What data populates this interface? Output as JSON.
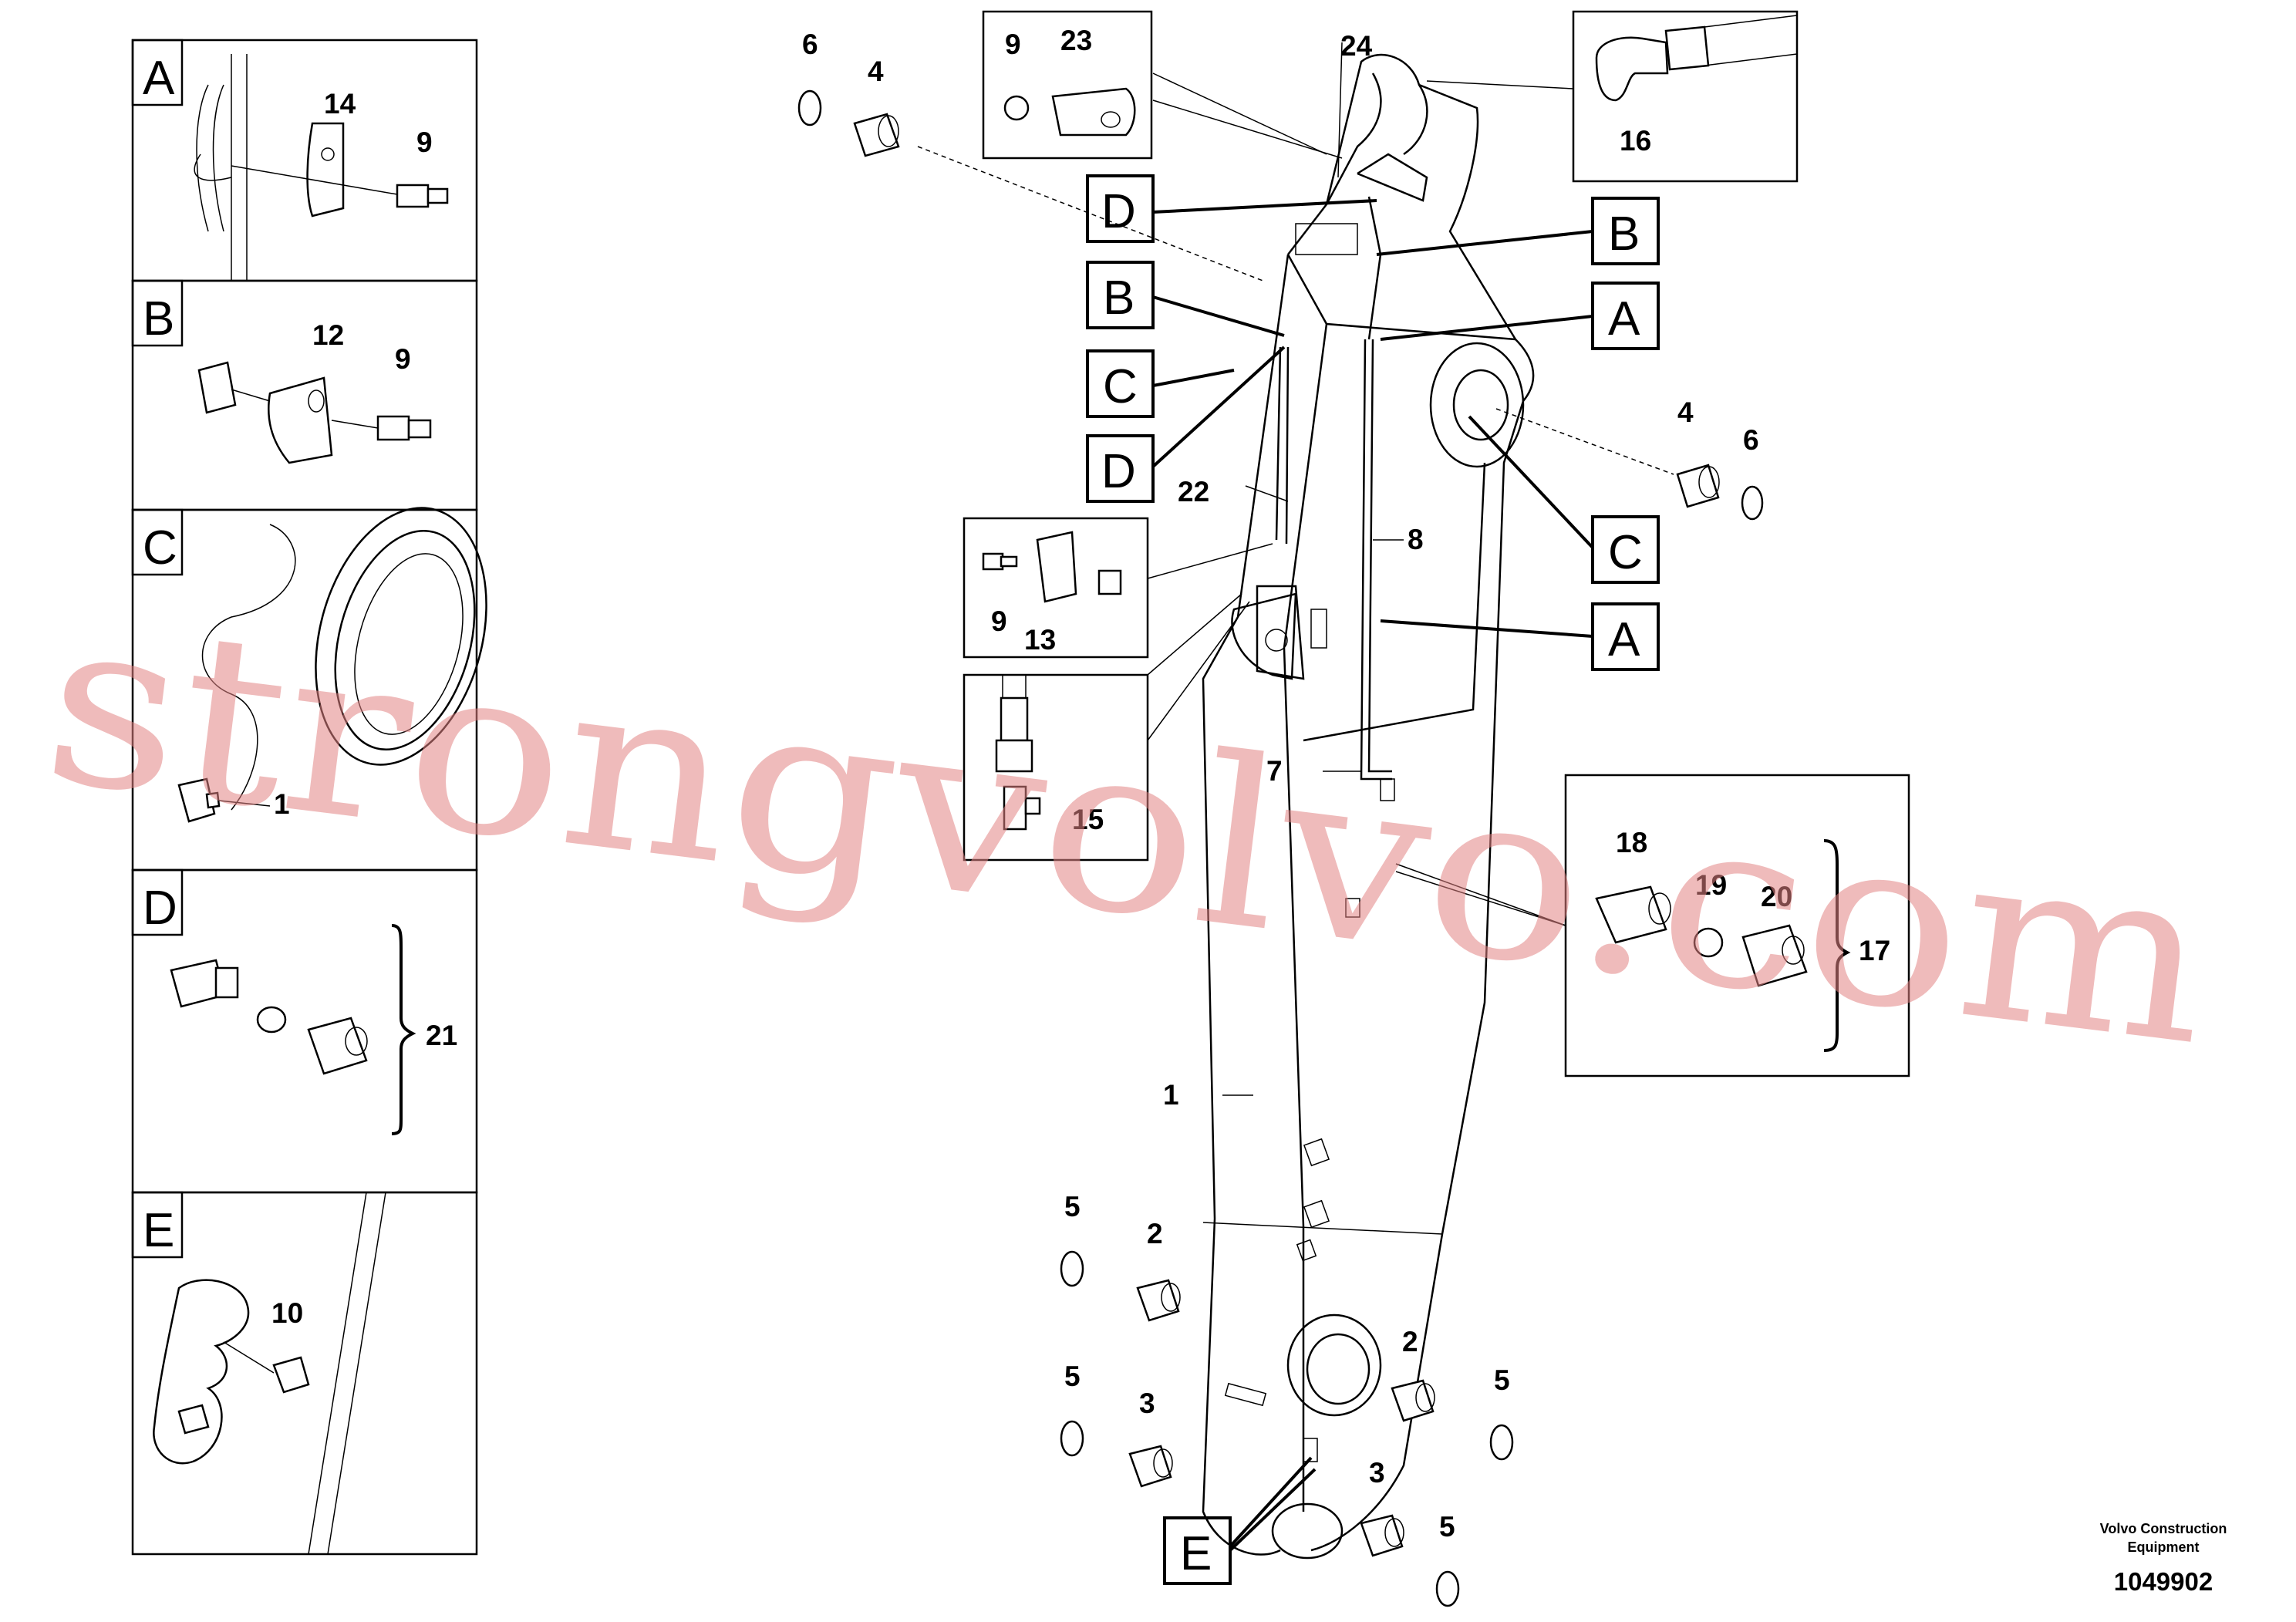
{
  "panels": {
    "A": {
      "letter": "A",
      "labels": [
        "14",
        "9"
      ]
    },
    "B": {
      "letter": "B",
      "labels": [
        "12",
        "9"
      ]
    },
    "C": {
      "letter": "C",
      "labels": [
        "1"
      ]
    },
    "D": {
      "letter": "D",
      "labels": [
        "21"
      ]
    },
    "E": {
      "letter": "E",
      "labels": [
        "10"
      ]
    }
  },
  "insets": {
    "top_small": [
      "9",
      "23"
    ],
    "top_right": [
      "16"
    ],
    "mid_left": [
      "9",
      "13"
    ],
    "fitting": [
      "15"
    ],
    "right": [
      "18",
      "19",
      "20",
      "17"
    ]
  },
  "callouts": [
    "D",
    "B",
    "C",
    "D",
    "B",
    "A",
    "C",
    "A",
    "E"
  ],
  "part_numbers": {
    "p6a": "6",
    "p4a": "4",
    "p24": "24",
    "p22": "22",
    "p8": "8",
    "p7": "7",
    "p4b": "4",
    "p6b": "6",
    "p1": "1",
    "p5a": "5",
    "p2a": "2",
    "p5b": "5",
    "p3a": "3",
    "p2b": "2",
    "p5c": "5",
    "p3b": "3",
    "p5d": "5"
  },
  "footer": {
    "brand_line1": "Volvo Construction",
    "brand_line2": "Equipment",
    "drawing_number": "1049902"
  },
  "watermark": "strongvolvo.com"
}
